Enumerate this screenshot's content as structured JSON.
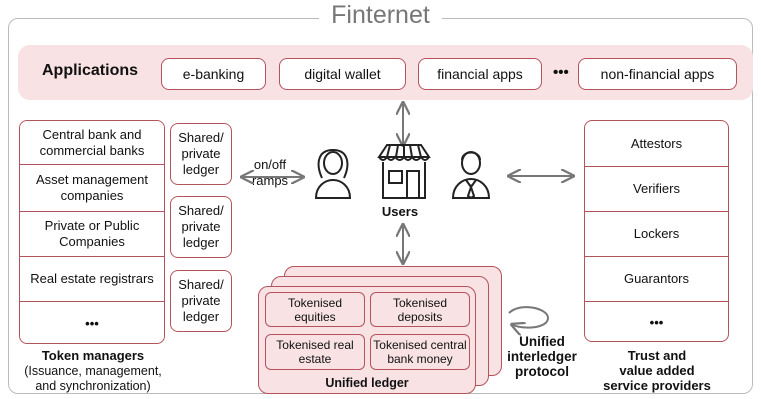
{
  "title": "Finternet",
  "applications": {
    "label": "Applications",
    "items": [
      "e-banking",
      "digital wallet",
      "financial apps",
      "non-financial apps"
    ],
    "ellipsis": "•••"
  },
  "token_managers": {
    "items": [
      "Central bank and commercial banks",
      "Asset management companies",
      "Private or Public Companies",
      "Real estate registrars"
    ],
    "ellipsis": "•••",
    "caption_title": "Token managers",
    "caption_sub1": "(Issuance, management,",
    "caption_sub2": "and synchronization)"
  },
  "shared_ledgers": [
    "Shared/ private ledger",
    "Shared/ private ledger",
    "Shared/ private ledger"
  ],
  "ramps": {
    "line1": "on/off",
    "line2": "ramps"
  },
  "users_label": "Users",
  "unified_ledger": {
    "cells": [
      "Tokenised equities",
      "Tokenised deposits",
      "Tokenised real estate",
      "Tokenised central bank money"
    ],
    "label": "Unified ledger"
  },
  "protocol": {
    "line1": "Unified",
    "line2": "interledger",
    "line3": "protocol"
  },
  "trust": {
    "items": [
      "Attestors",
      "Verifiers",
      "Lockers",
      "Guarantors"
    ],
    "ellipsis": "•••",
    "caption1": "Trust and",
    "caption2": "value added",
    "caption3": "service providers"
  }
}
